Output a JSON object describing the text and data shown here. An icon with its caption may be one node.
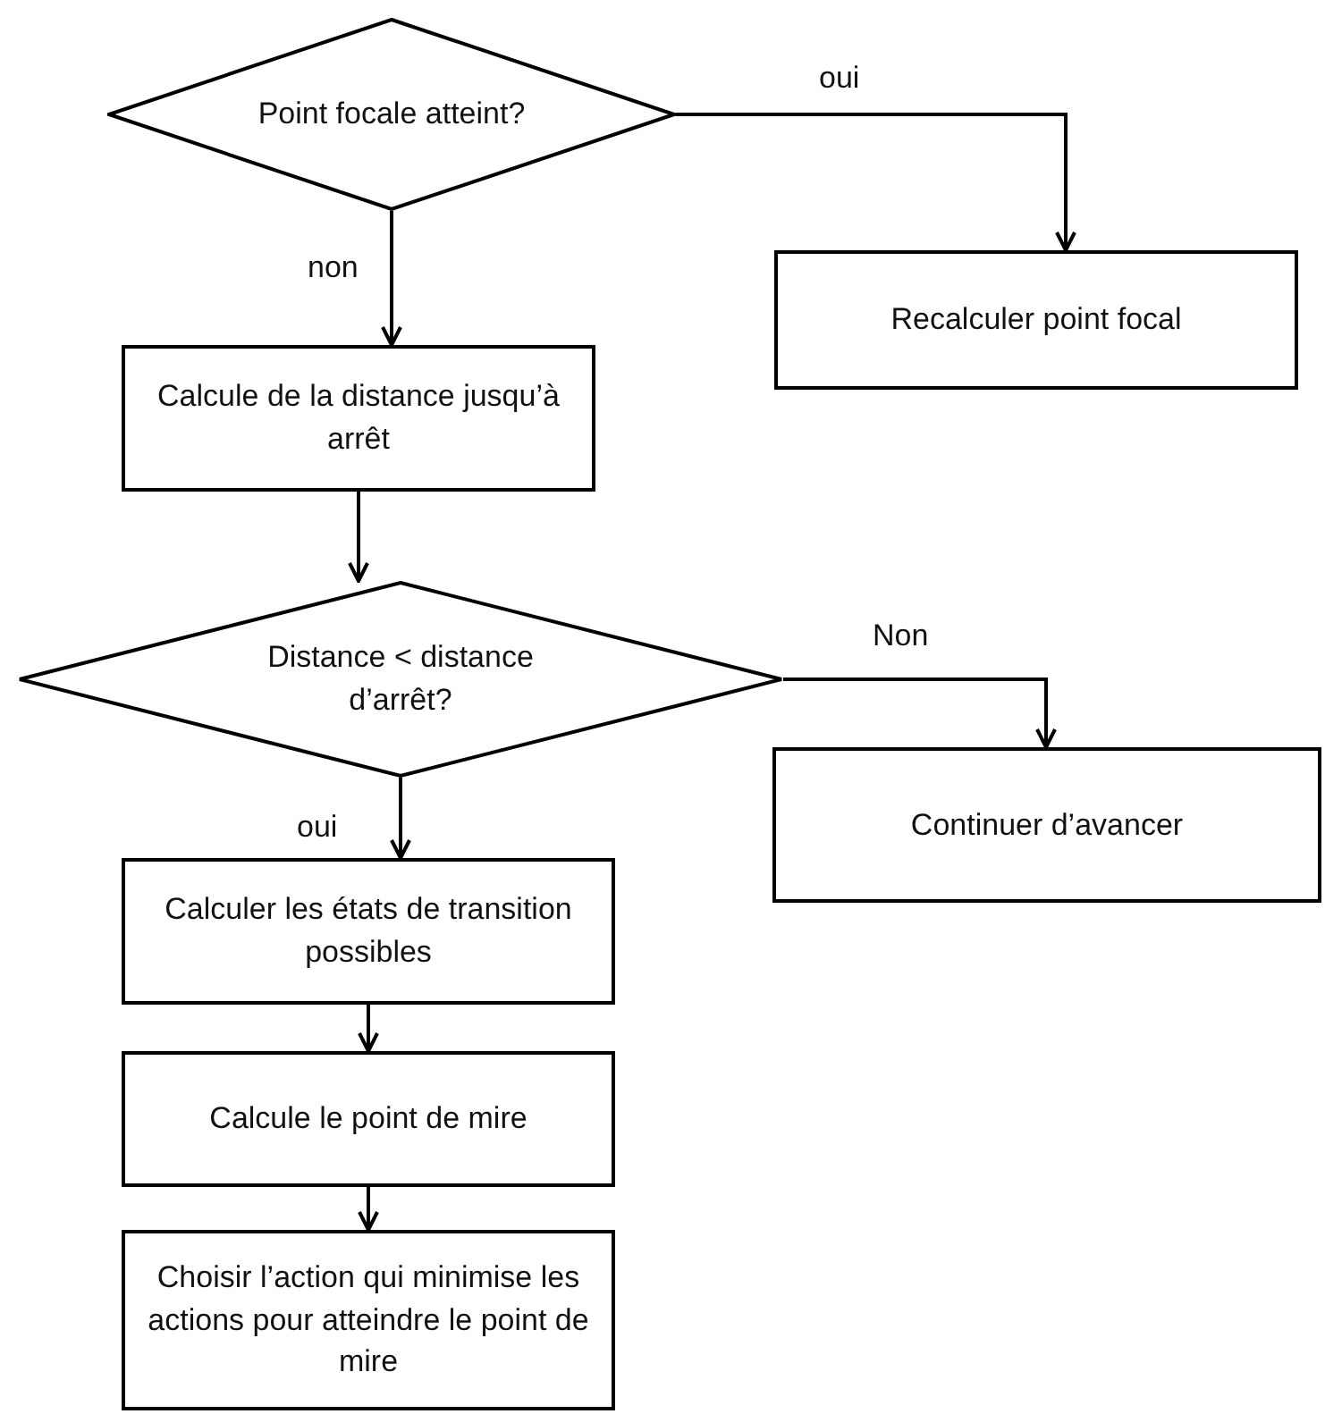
{
  "diagram": {
    "nodes": [
      {
        "text": [
          "Point focale atteint?"
        ]
      },
      {
        "text": [
          "Recalculer point focal"
        ]
      },
      {
        "text": [
          "Calcule de la distance jusqu’à arrêt"
        ]
      },
      {
        "text": [
          "Distance < distance d’arrêt?"
        ]
      },
      {
        "text": [
          "Continuer d’avancer"
        ]
      },
      {
        "text": [
          "Calculer les états de transition possibles"
        ]
      },
      {
        "text": [
          "Calcule le point de mire"
        ]
      },
      {
        "text": [
          "Choisir l’action qui minimise les actions pour atteindre le point de mire"
        ]
      }
    ],
    "edges": [
      {
        "from": 0,
        "to": 1,
        "arrow": "to",
        "label": "oui"
      },
      {
        "from": 0,
        "to": 2,
        "arrow": "to",
        "label": "non"
      },
      {
        "from": 2,
        "to": 3,
        "arrow": "to"
      },
      {
        "from": 3,
        "to": 4,
        "arrow": "to",
        "label": "Non"
      },
      {
        "from": 3,
        "to": 5,
        "arrow": "to",
        "label": "oui"
      },
      {
        "from": 5,
        "to": 6,
        "arrow": "to"
      },
      {
        "from": 6,
        "to": 7,
        "arrow": "to"
      }
    ]
  }
}
